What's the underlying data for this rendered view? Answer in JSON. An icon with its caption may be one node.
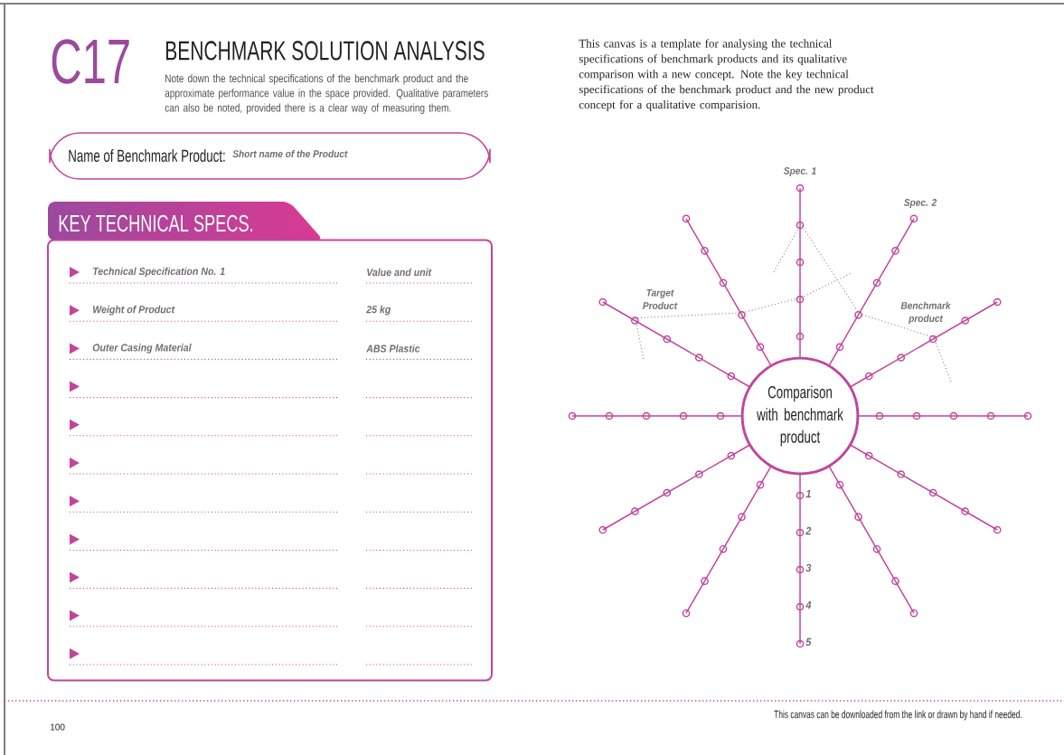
{
  "diagram": {
    "title": "BENCHMARK SOLUTION ANALYSIS",
    "nodes": [
      {
        "text": [
          "Name of Benchmark Product:",
          "Short name of the Product"
        ]
      },
      {
        "text": [
          "KEY TECHNICAL SPECS."
        ]
      },
      {
        "text": [
          "Comparison with benchmark product"
        ]
      }
    ],
    "edges": [],
    "labels": [
      "C17",
      "Note down the technical specifications of the benchmark product and the approximate performance value in the space provided. Qualitative parameters can also be noted, provided there is a clear way of measuring them.",
      "This canvas is a template for analysing the technical specifications of benchmark products and its qualitative comparison with a new concept. Note the key technical specifications of the benchmark product and the new product concept for a qualitative comparision.",
      "Technical Specification No. 1",
      "Value and unit",
      "Weight of Product",
      "25 kg",
      "Outer Casing Material",
      "ABS Plastic",
      "Spec. 1",
      "Spec. 2",
      "Target Product",
      "Benchmark product",
      "1",
      "2",
      "3",
      "4",
      "5",
      "100",
      "This canvas can be downloaded from the link or drawn by hand if needed."
    ]
  }
}
